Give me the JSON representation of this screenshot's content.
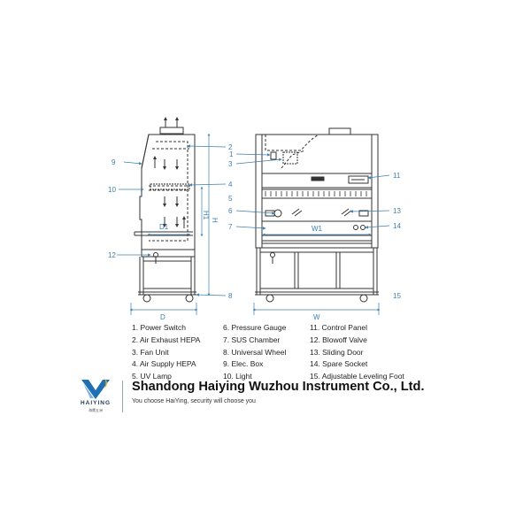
{
  "callouts": {
    "left": [
      "9",
      "10",
      "12"
    ],
    "middle": [
      "2",
      "1",
      "3",
      "4",
      "5",
      "6",
      "7",
      "8"
    ],
    "right": [
      "11",
      "13",
      "14",
      "15"
    ]
  },
  "dimensions": {
    "side_depth": "D",
    "inner_depth": "D1",
    "height": "H",
    "inner_height": "H1",
    "front_width": "W",
    "inner_width": "W1"
  },
  "legend": {
    "col1": [
      "1. Power Switch",
      "2. Air Exhaust HEPA",
      "3. Fan Unit",
      "4. Air Supply HEPA",
      "5. UV Lamp"
    ],
    "col2": [
      "6. Pressure Gauge",
      "7. SUS Chamber",
      "8. Universal Wheel",
      "9. Elec. Box",
      "10. Light"
    ],
    "col3": [
      "11. Control Panel",
      "12. Blowoff Valve",
      "13. Sliding Door",
      "14. Spare Socket",
      "15. Adjustable Leveling Foot"
    ]
  },
  "company": {
    "name": "Shandong Haiying Wuzhou Instrument Co., Ltd.",
    "slogan": "You choose HaiYing, security will choose you",
    "logo_word": "HAIYING",
    "logo_cn": "海鹰五洲"
  },
  "colors": {
    "callout_blue": "#3c7fb1",
    "line": "#333333",
    "logo_blue": "#1f6fb5",
    "logo_yellow": "#e8b21f"
  }
}
